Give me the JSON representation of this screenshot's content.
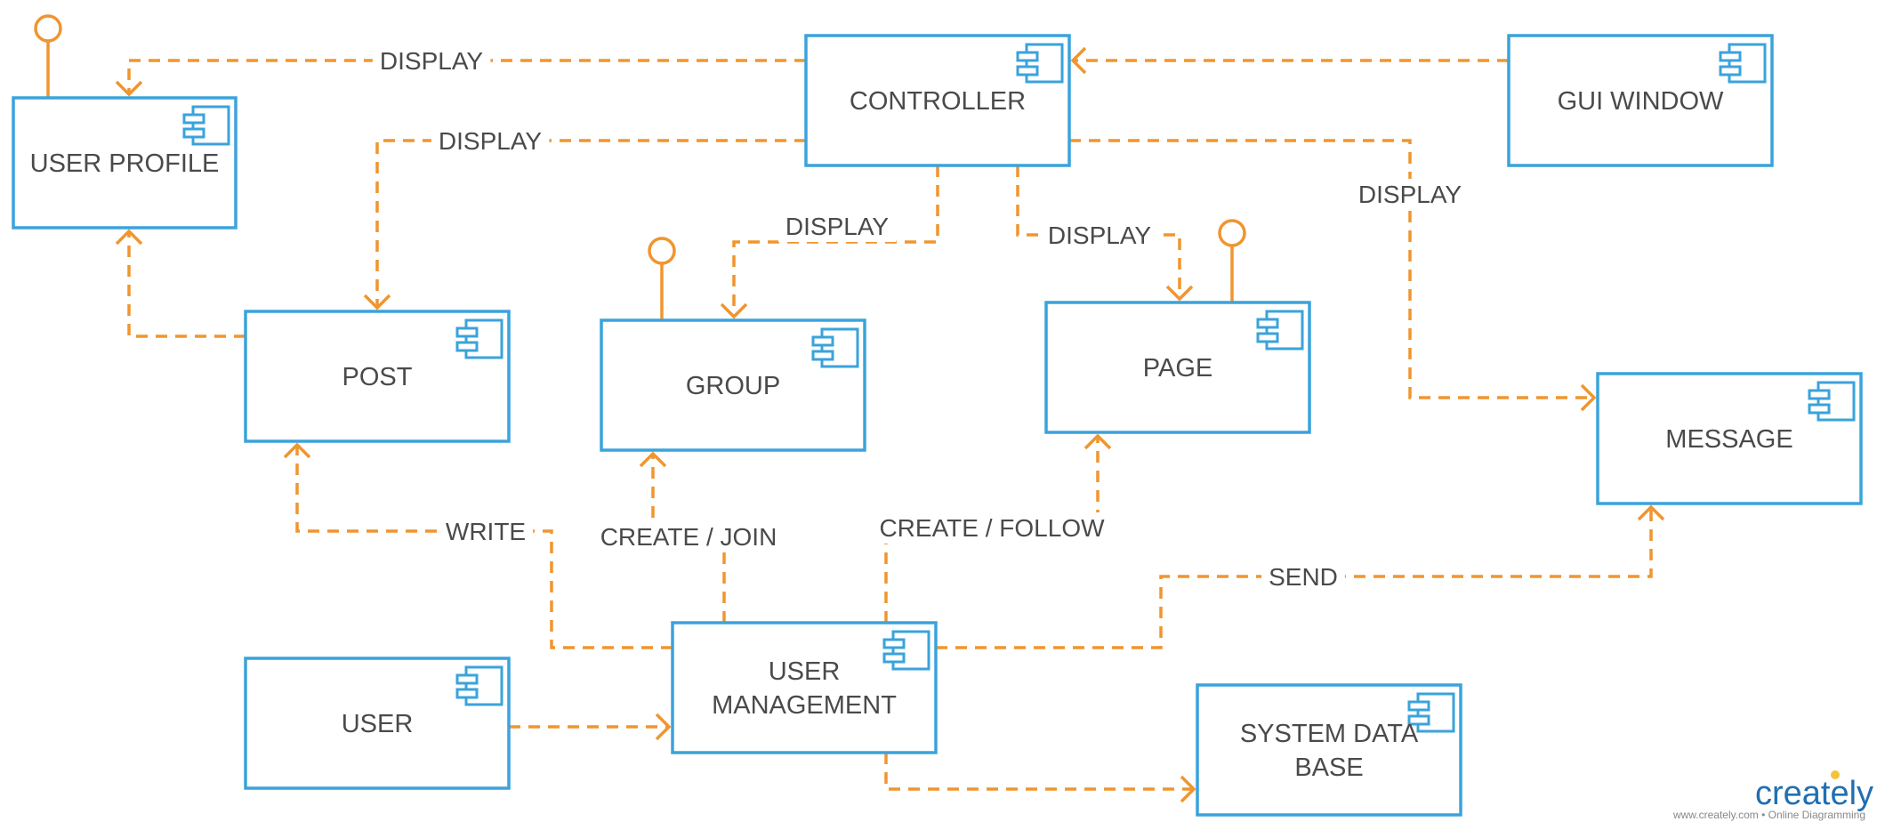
{
  "components": [
    {
      "id": "user_profile",
      "lines": [
        "USER PROFILE"
      ]
    },
    {
      "id": "controller",
      "lines": [
        "CONTROLLER"
      ]
    },
    {
      "id": "gui_window",
      "lines": [
        "GUI WINDOW"
      ]
    },
    {
      "id": "post",
      "lines": [
        "POST"
      ]
    },
    {
      "id": "group",
      "lines": [
        "GROUP"
      ]
    },
    {
      "id": "page",
      "lines": [
        "PAGE"
      ]
    },
    {
      "id": "message",
      "lines": [
        "MESSAGE"
      ]
    },
    {
      "id": "user",
      "lines": [
        "USER"
      ]
    },
    {
      "id": "user_management",
      "lines": [
        "USER",
        "MANAGEMENT"
      ]
    },
    {
      "id": "system_database",
      "lines": [
        "SYSTEM DATA",
        "BASE"
      ]
    }
  ],
  "connections": [
    {
      "id": "controller_to_user_profile",
      "from": "controller",
      "to": "user_profile",
      "label": "DISPLAY"
    },
    {
      "id": "controller_to_post",
      "from": "controller",
      "to": "post",
      "label": "DISPLAY"
    },
    {
      "id": "controller_to_group",
      "from": "controller",
      "to": "group",
      "label": "DISPLAY"
    },
    {
      "id": "controller_to_page",
      "from": "controller",
      "to": "page",
      "label": "DISPLAY"
    },
    {
      "id": "controller_to_message",
      "from": "controller",
      "to": "message",
      "label": "DISPLAY"
    },
    {
      "id": "gui_window_to_controller",
      "from": "gui_window",
      "to": "controller",
      "label": ""
    },
    {
      "id": "post_to_user_profile",
      "from": "post",
      "to": "user_profile",
      "label": ""
    },
    {
      "id": "user_management_to_post",
      "from": "user_management",
      "to": "post",
      "label": "WRITE"
    },
    {
      "id": "user_management_to_group",
      "from": "user_management",
      "to": "group",
      "label": "CREATE / JOIN"
    },
    {
      "id": "user_management_to_page",
      "from": "user_management",
      "to": "page",
      "label": "CREATE / FOLLOW"
    },
    {
      "id": "user_management_to_message",
      "from": "user_management",
      "to": "message",
      "label": "SEND"
    },
    {
      "id": "user_to_user_management",
      "from": "user",
      "to": "user_management",
      "label": ""
    },
    {
      "id": "user_management_to_system_database",
      "from": "user_management",
      "to": "system_database",
      "label": ""
    }
  ],
  "provided_interfaces": [
    "user_profile",
    "group",
    "page"
  ],
  "colors": {
    "component_stroke": "#3aa3db",
    "connector": "#f0952f",
    "text": "#4a4a4a"
  },
  "branding": {
    "logo_text": "creately",
    "tagline": "www.creately.com • Online Diagramming"
  }
}
